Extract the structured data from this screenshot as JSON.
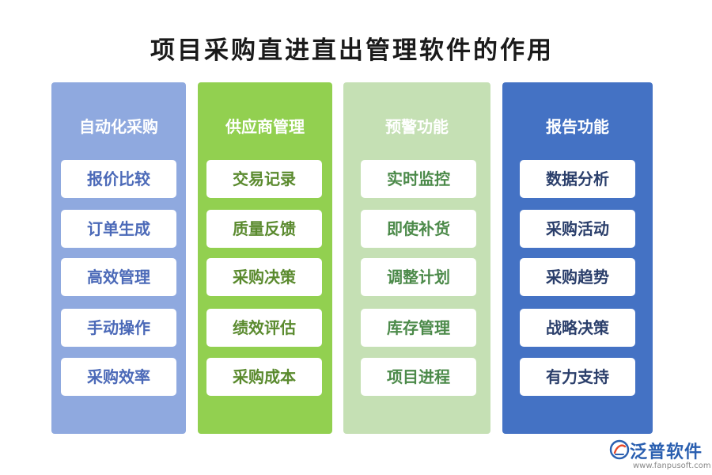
{
  "title": "项目采购直进直出管理软件的作用",
  "columns": [
    {
      "heading": "自动化采购",
      "color": "#8fa9df",
      "items": [
        "报价比较",
        "订单生成",
        "高效管理",
        "手动操作",
        "采购效率"
      ]
    },
    {
      "heading": "供应商管理",
      "color": "#92d050",
      "items": [
        "交易记录",
        "质量反馈",
        "采购决策",
        "绩效评估",
        "采购成本"
      ]
    },
    {
      "heading": "预警功能",
      "color": "#c5e0b4",
      "items": [
        "实时监控",
        "即使补货",
        "调整计划",
        "库存管理",
        "项目进程"
      ]
    },
    {
      "heading": "报告功能",
      "color": "#4472c4",
      "items": [
        "数据分析",
        "采购活动",
        "采购趋势",
        "战略决策",
        "有力支持"
      ]
    }
  ],
  "brand": {
    "name": "泛普软件",
    "url": "www.fanpusoft.com",
    "logo_icon": "fanpu-logo-icon",
    "color": "#2a5fb0"
  }
}
